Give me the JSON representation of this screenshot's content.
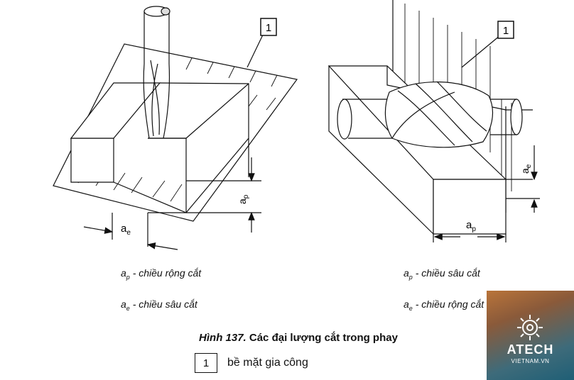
{
  "left_diagram": {
    "callout": "1",
    "dim_ae": "a",
    "dim_ae_sub": "e",
    "dim_ap": "a",
    "dim_ap_sub": "p"
  },
  "right_diagram": {
    "callout": "1",
    "dim_ae": "a",
    "dim_ae_sub": "e",
    "dim_ap": "a",
    "dim_ap_sub": "p"
  },
  "captions": {
    "left_line1": {
      "sym": "a",
      "sub": "p",
      "text": " - chiều rộng cắt"
    },
    "left_line2": {
      "sym": "a",
      "sub": "e",
      "text": " - chiều sâu cắt"
    },
    "right_line1": {
      "sym": "a",
      "sub": "p",
      "text": " - chiều sâu cắt"
    },
    "right_line2": {
      "sym": "a",
      "sub": "e",
      "text": " - chiều rộng cắt"
    }
  },
  "figure": {
    "number": "Hình 137.",
    "title": " Các đại lượng cắt trong phay"
  },
  "legend": {
    "box": "1",
    "text": "bề mặt gia công"
  },
  "watermark": {
    "brand": "ATECH",
    "site": "VIETNAM.VN",
    "icon": "gear-icon"
  }
}
